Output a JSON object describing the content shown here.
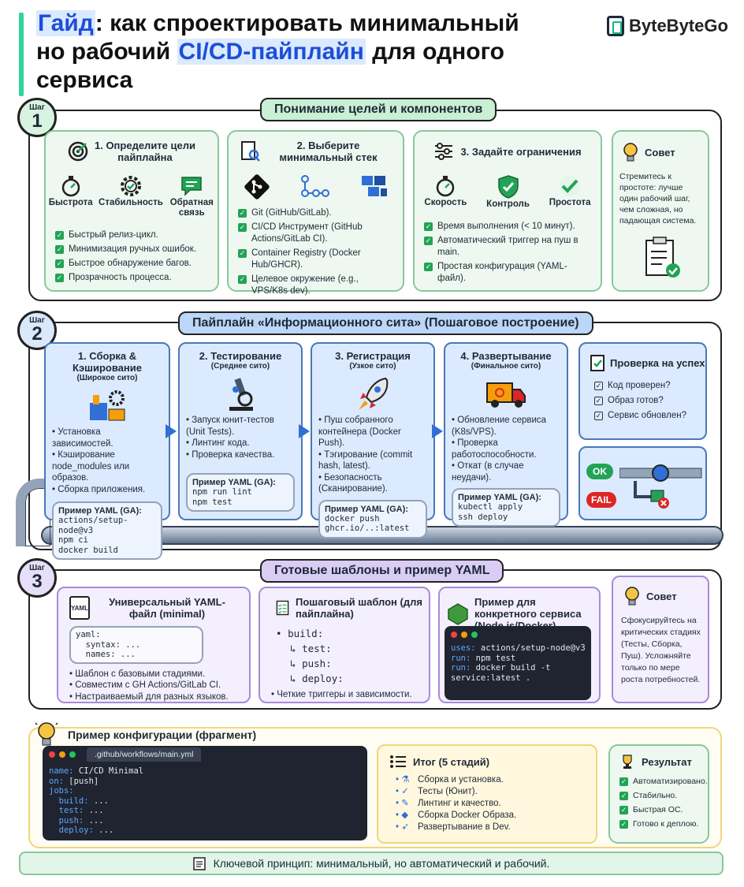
{
  "title": {
    "p1": "Гайд",
    "p2": ": как спроектировать минимальный",
    "p3": "но рабочий ",
    "p4": "CI/CD-пайплайн",
    "p5": " для одного",
    "p6": "сервиса"
  },
  "brand": "ByteByteGo",
  "step_label": "Шаг",
  "s1": {
    "n": "1",
    "pill": "Понимание целей и компонентов",
    "c1": {
      "title": "1. Определите цели пайплайна",
      "icons": [
        "Быстрота",
        "Стабильность",
        "Обратная связь"
      ],
      "items": [
        "Быстрый релиз-цикл.",
        "Минимизация ручных ошибок.",
        "Быстрое обнаружение багов.",
        "Прозрачность процесса."
      ]
    },
    "c2": {
      "title": "2. Выберите минимальный стек",
      "items": [
        "Git (GitHub/GitLab).",
        "CI/CD Инструмент (GitHub Actions/GitLab CI).",
        "Container Registry (Docker Hub/GHCR).",
        "Целевое окружение (e.g., VPS/K8s dev)."
      ]
    },
    "c3": {
      "title": "3. Задайте ограничения",
      "icons": [
        "Скорость",
        "Контроль",
        "Простота"
      ],
      "items": [
        "Время выполнения (< 10 минут).",
        "Автоматический триггер на пуш в main.",
        "Простая конфигурация (YAML-файл)."
      ]
    },
    "tip": {
      "title": "Совет",
      "text": "Стремитесь к простоте: лучше один рабочий шаг, чем сложная, но падающая система."
    }
  },
  "s2": {
    "n": "2",
    "pill": "Пайплайн «Информационного сита» (Пошаговое построение)",
    "stages": [
      {
        "title": "1. Сборка & Кэширование",
        "sub": "(Широкое сито)",
        "items": [
          "Установка зависимостей.",
          "Кэширование node_modules или образов.",
          "Сборка приложения."
        ],
        "yaml_title": "Пример YAML (GA):",
        "yaml": [
          "actions/setup-node@v3",
          "npm ci",
          "docker build"
        ]
      },
      {
        "title": "2. Тестирование",
        "sub": "(Среднее сито)",
        "items": [
          "Запуск юнит-тестов (Unit Tests).",
          "Линтинг кода.",
          "Проверка качества."
        ],
        "yaml_title": "Пример YAML (GA):",
        "yaml": [
          "npm run lint",
          "npm test"
        ]
      },
      {
        "title": "3. Регистрация",
        "sub": "(Узкое сито)",
        "items": [
          "Пуш собранного контейнера (Docker Push).",
          "Тэгирование (commit hash, latest).",
          "Безопасность (Сканирование)."
        ],
        "yaml_title": "Пример YAML (GA):",
        "yaml": [
          "docker push",
          "ghcr.io/..:latest"
        ]
      },
      {
        "title": "4. Развертывание",
        "sub": "(Финальное сито)",
        "items": [
          "Обновление сервиса (K8s/VPS).",
          "Проверка работоспособности.",
          "Откат (в случае неудачи)."
        ],
        "yaml_title": "Пример YAML (GA):",
        "yaml": [
          "kubectl apply",
          "ssh deploy"
        ]
      }
    ],
    "check": {
      "title": "Проверка на успех",
      "items": [
        "Код проверен?",
        "Образ готов?",
        "Сервис обновлен?"
      ]
    },
    "ok": "OK",
    "fail": "FAIL"
  },
  "s3": {
    "n": "3",
    "pill": "Готовые шаблоны и пример YAML",
    "c1": {
      "title": "Универсальный YAML-файл (minimal)",
      "icon_text": "YAML",
      "code": [
        "yaml:",
        "  syntax: ...",
        "  names: ..."
      ],
      "items": [
        "Шаблон с базовыми стадиями.",
        "Совместим с GH Actions/GitLab CI.",
        "Настраиваемый для разных языков."
      ]
    },
    "c2": {
      "title": "Пошаговый шаблон (для пайплайна)",
      "code": [
        "build:",
        "test:",
        "push:",
        "deploy:"
      ],
      "items": [
        "Четкие триггеры и зависимости."
      ]
    },
    "c3": {
      "title": "Пример для конкретного сервиса (Node.js/Docker)",
      "code": [
        [
          "uses:",
          " actions/setup-node@v3"
        ],
        [
          "run:",
          " npm test"
        ],
        [
          "run:",
          " docker build -t"
        ],
        [
          "",
          "service:latest ."
        ]
      ]
    },
    "tip": {
      "title": "Совет",
      "text": "Сфокусируйтесь на критических стадиях (Тесты, Сборка, Пуш). Усложняйте только по мере роста потребностей."
    }
  },
  "s4": {
    "title": "Пример конфигурации (фрагмент)",
    "file": ".github/workflows/main.yml",
    "code": [
      [
        "name:",
        " CI/CD Minimal"
      ],
      [
        "on:",
        " [push]"
      ],
      [
        "jobs:",
        ""
      ],
      [
        "  build:",
        " ..."
      ],
      [
        "  test:",
        " ..."
      ],
      [
        "  push:",
        " ..."
      ],
      [
        "  deploy:",
        " ..."
      ]
    ],
    "summary": {
      "title": "Итог (5 стадий)",
      "items": [
        {
          "icon": "flask-icon",
          "glyph": "⚗",
          "text": "Сборка и установка."
        },
        {
          "icon": "check-icon",
          "glyph": "✓",
          "text": "Тесты (Юнит)."
        },
        {
          "icon": "memo-icon",
          "glyph": "✎",
          "text": "Линтинг и качество."
        },
        {
          "icon": "whale-icon",
          "glyph": "◆",
          "text": "Сборка Docker Образа."
        },
        {
          "icon": "rocket-icon",
          "glyph": "➶",
          "text": "Развертывание в Dev."
        }
      ]
    },
    "result": {
      "title": "Результат",
      "items": [
        "Автоматизировано.",
        "Стабильно.",
        "Быстрая ОС.",
        "Готово к деплою."
      ]
    }
  },
  "footer": "Ключевой принцип: минимальный, но автоматический и рабочий.",
  "colors": {
    "green": "#22a355",
    "blue": "#2f6fd6",
    "purple": "#7c5cc4",
    "yellow": "#f5c542"
  }
}
